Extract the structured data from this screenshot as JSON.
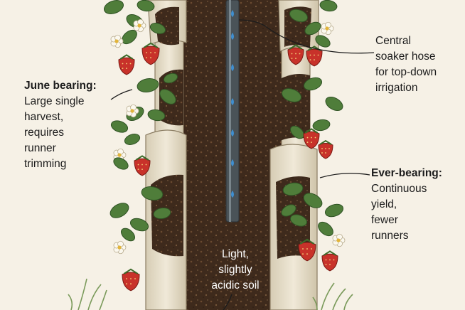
{
  "labels": {
    "june": {
      "title": "June bearing:",
      "lines": [
        "Large single",
        "harvest,",
        "requires",
        "runner",
        "trimming"
      ]
    },
    "ever": {
      "title": "Ever-bearing:",
      "lines": [
        "Continuous",
        "yield,",
        "fewer",
        "runners"
      ]
    },
    "hose": {
      "lines": [
        "Central",
        "soaker hose",
        "for top-down",
        "irrigation"
      ]
    },
    "soil": {
      "lines": [
        "Light,",
        "slightly",
        "acidic soil"
      ]
    }
  },
  "colors": {
    "background": "#f6f1e6",
    "pipe": "#e8e0cc",
    "soil": "#3e2a1c",
    "hose": "#4a5358",
    "water": "#3f8fd0",
    "strawberry": "#c8322a",
    "leaf": "#4f7d3a"
  }
}
